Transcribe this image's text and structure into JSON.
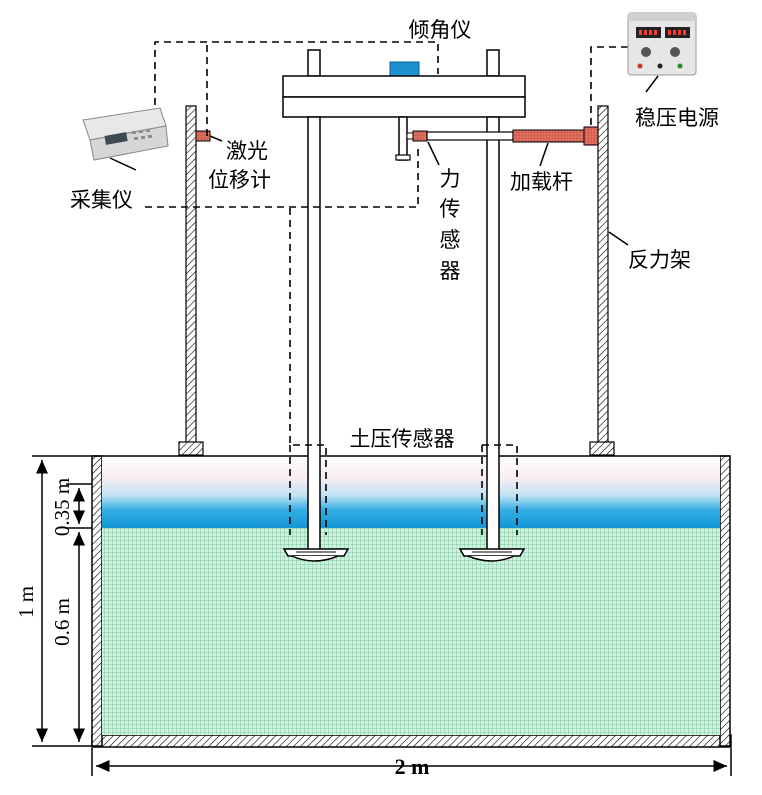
{
  "labels": {
    "inclinometer": "倾角仪",
    "power_supply": "稳压电源",
    "laser_line1": "激光",
    "laser_line2": "位移计",
    "data_logger": "采集仪",
    "force_1": "力",
    "force_2": "传",
    "force_3": "感",
    "force_4": "器",
    "loading_rod": "加载杆",
    "reaction_frame": "反力架",
    "soil_pressure_sensor": "土压传感器"
  },
  "dimensions": {
    "upper_layer": "0.35 m",
    "lower_layer": "0.6 m",
    "total_height": "1 m",
    "tank_width": "2 m"
  },
  "colors": {
    "water_top": "#ffffff",
    "water_mid": "#f6e8ef",
    "water_blue": "#1aa0dc",
    "soil_fill": "#c8ecd6",
    "soil_grid": "#6fc79a",
    "wall_hatch": "#000000",
    "laser_mark": "#e8a090",
    "inclinometer_block": "#1e90d0"
  }
}
